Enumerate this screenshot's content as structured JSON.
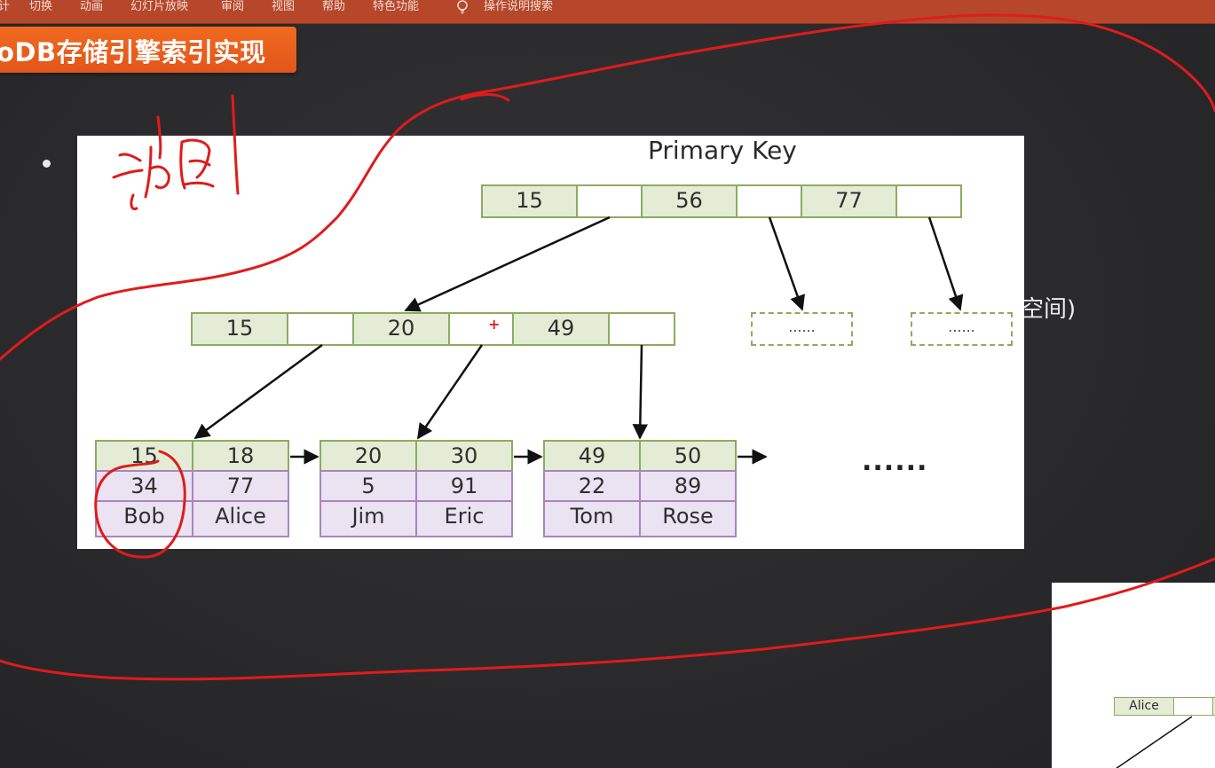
{
  "ribbon": {
    "items": [
      "计",
      "切换",
      "动画",
      "幻灯片放映",
      "审阅",
      "视图",
      "帮助",
      "特色功能",
      "操作说明搜索"
    ]
  },
  "slide": {
    "title": "oDB存储引擎索引实现",
    "partial_text": "空间)"
  },
  "diagram": {
    "title": "Primary Key",
    "root_keys": [
      "15",
      "56",
      "77"
    ],
    "internal_keys": [
      "15",
      "20",
      "49"
    ],
    "internal_plus": "+",
    "dashed_placeholders": [
      "......",
      "......"
    ],
    "leaves": [
      {
        "keys": [
          "15",
          "18"
        ],
        "row2": [
          "34",
          "77"
        ],
        "row3": [
          "Bob",
          "Alice"
        ]
      },
      {
        "keys": [
          "20",
          "30"
        ],
        "row2": [
          "5",
          "91"
        ],
        "row3": [
          "Jim",
          "Eric"
        ]
      },
      {
        "keys": [
          "49",
          "50"
        ],
        "row2": [
          "22",
          "89"
        ],
        "row3": [
          "Tom",
          "Rose"
        ]
      }
    ],
    "leaf_ellipsis": "......"
  },
  "diagram2": {
    "key": "Alice"
  },
  "ink": {
    "color": "#e01b1b",
    "strokes": [
      "lasso-outline",
      "handwritten-note",
      "circle-around-bob"
    ]
  }
}
